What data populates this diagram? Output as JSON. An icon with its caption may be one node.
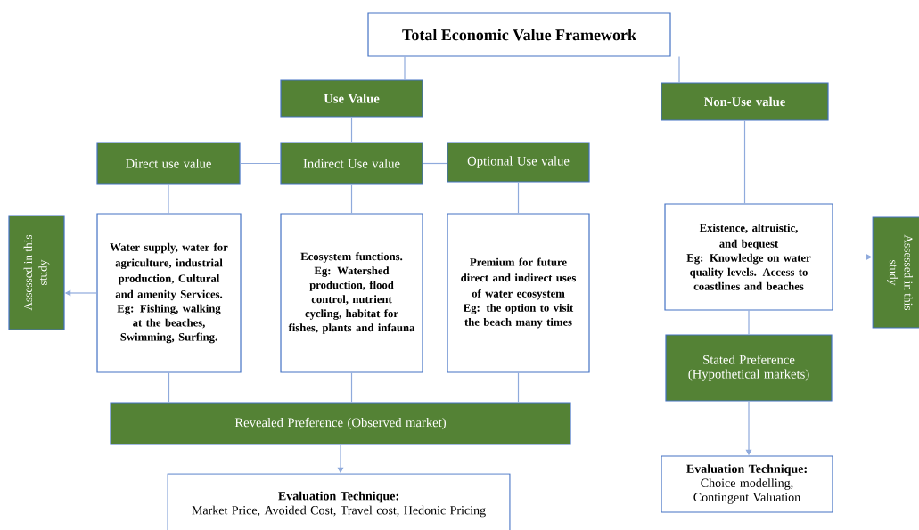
{
  "diagram": {
    "nodes": [
      {
        "text": [
          "Total Economic Value Framework"
        ]
      },
      {
        "text": [
          "Use Value"
        ]
      },
      {
        "text": [
          "Non-Use value"
        ]
      },
      {
        "text": [
          "Direct use value"
        ]
      },
      {
        "text": [
          "Indirect Use value"
        ]
      },
      {
        "text": [
          "Optional Use value"
        ]
      },
      {
        "text": [
          "Assessed in this study"
        ]
      },
      {
        "text": [
          "Water supply, water for agriculture, industrial production, Cultural and amenity Services.",
          "Eg: Fishing, walking at the beaches, Swimming, Surfing."
        ]
      },
      {
        "text": [
          "Ecosystem functions.",
          "Eg: Watershed production, flood control, nutrient cycling, habitat for fishes, plants and infauna"
        ]
      },
      {
        "text": [
          "Premium for future direct and indirect uses of water ecosystem",
          "Eg: the option to visit the beach many times"
        ]
      },
      {
        "text": [
          "Existence, altruistic, and bequest",
          "Eg: Knowledge on water quality levels. Access to coastlines and beaches"
        ]
      },
      {
        "text": [
          "Assessed in this study"
        ]
      },
      {
        "text": [
          "Revealed Preference (Observed market)"
        ]
      },
      {
        "text": [
          "Evaluation Technique:",
          "Market Price, Avoided Cost, Travel cost, Hedonic Pricing"
        ]
      },
      {
        "text": [
          "Stated Preference (Hypothetical markets)"
        ]
      },
      {
        "text": [
          "Evaluation Technique:",
          "Choice modelling, Contingent Valuation"
        ]
      }
    ],
    "edges": [
      {
        "from": 0,
        "to": 1,
        "arrow": "none"
      },
      {
        "from": 0,
        "to": 2,
        "arrow": "none"
      },
      {
        "from": 1,
        "to": 4,
        "arrow": "none"
      },
      {
        "from": 3,
        "to": 4,
        "arrow": "none"
      },
      {
        "from": 4,
        "to": 5,
        "arrow": "none"
      },
      {
        "from": 3,
        "to": 7,
        "arrow": "none"
      },
      {
        "from": 4,
        "to": 8,
        "arrow": "none"
      },
      {
        "from": 5,
        "to": 9,
        "arrow": "none"
      },
      {
        "from": 7,
        "to": 6,
        "arrow": "to"
      },
      {
        "from": 2,
        "to": 10,
        "arrow": "none"
      },
      {
        "from": 10,
        "to": 11,
        "arrow": "to"
      },
      {
        "from": 7,
        "to": 12,
        "arrow": "none"
      },
      {
        "from": 8,
        "to": 12,
        "arrow": "none"
      },
      {
        "from": 9,
        "to": 12,
        "arrow": "none"
      },
      {
        "from": 12,
        "to": 13,
        "arrow": "to"
      },
      {
        "from": 10,
        "to": 14,
        "arrow": "none"
      },
      {
        "from": 14,
        "to": 15,
        "arrow": "to"
      }
    ]
  }
}
